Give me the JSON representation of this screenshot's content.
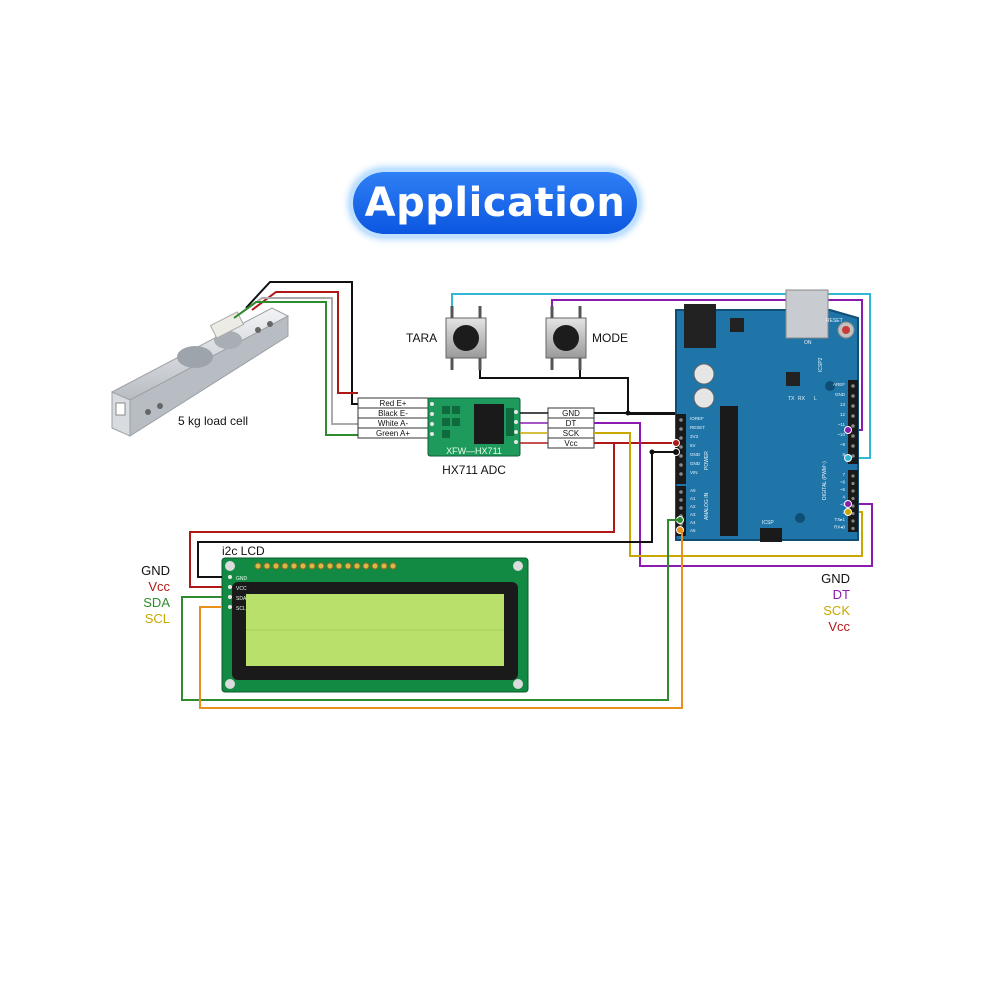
{
  "title": "Application",
  "load_cell": {
    "label": "5 kg load cell"
  },
  "hx711": {
    "label": "HX711 ADC",
    "chip_text": "XFW—HX711",
    "left_pins": [
      "Red E+",
      "Black E-",
      "White A-",
      "Green A+"
    ],
    "right_pins": [
      "GND",
      "DT",
      "SCK",
      "Vcc"
    ]
  },
  "buttons": {
    "tara": "TARA",
    "mode": "MODE"
  },
  "lcd": {
    "label": "i2c LCD",
    "pins": [
      "GND",
      "VCC",
      "SDA",
      "SCL"
    ]
  },
  "lcd_legend": [
    {
      "text": "GND",
      "color": "#111111"
    },
    {
      "text": "Vcc",
      "color": "#b01818"
    },
    {
      "text": "SDA",
      "color": "#2e8b2e"
    },
    {
      "text": "SCL",
      "color": "#c8a800"
    }
  ],
  "arduino_legend": [
    {
      "text": "GND",
      "color": "#111111"
    },
    {
      "text": "DT",
      "color": "#8a1bb0"
    },
    {
      "text": "SCK",
      "color": "#c8a800"
    },
    {
      "text": "Vcc",
      "color": "#b01818"
    }
  ],
  "arduino": {
    "icsp_label": "ICSP",
    "icsp2_label": "ICSP2",
    "reset_label": "RESET",
    "power_label": "POWER",
    "analog_label": "ANALOG IN",
    "digital_label": "DIGITAL (PWM~)",
    "aref_label": "AREF",
    "tx_label": "TX",
    "rx_label": "RX",
    "l_label": "L",
    "on_label": "ON",
    "power_pins": [
      "IOREF",
      "RESET",
      "3V3",
      "5V",
      "GND",
      "GND",
      "VIN"
    ],
    "analog_pins": [
      "A0",
      "A1",
      "A2",
      "A3",
      "A4",
      "A5"
    ],
    "digital_top_pins": [
      "AREF",
      "GND",
      "13",
      "12",
      "~11",
      "~10",
      "~9",
      "8"
    ],
    "digital_bottom_pins": [
      "7",
      "~6",
      "~5",
      "4",
      "~3",
      "2",
      "TX▸1",
      "RX◂0"
    ]
  },
  "colors": {
    "gnd": "#111111",
    "vcc": "#b01818",
    "sda": "#2e8b2e",
    "scl": "#c8a800",
    "dt": "#8a1bb0",
    "sck": "#c8a800",
    "tara_wire": "#31b7d4",
    "mode_wire": "#8a1bb0",
    "i2c_scl_wire": "#e8901a",
    "board": "#1f75a8",
    "lcd_screen": "#b8e06a",
    "hx_board": "#1d9a5c"
  }
}
